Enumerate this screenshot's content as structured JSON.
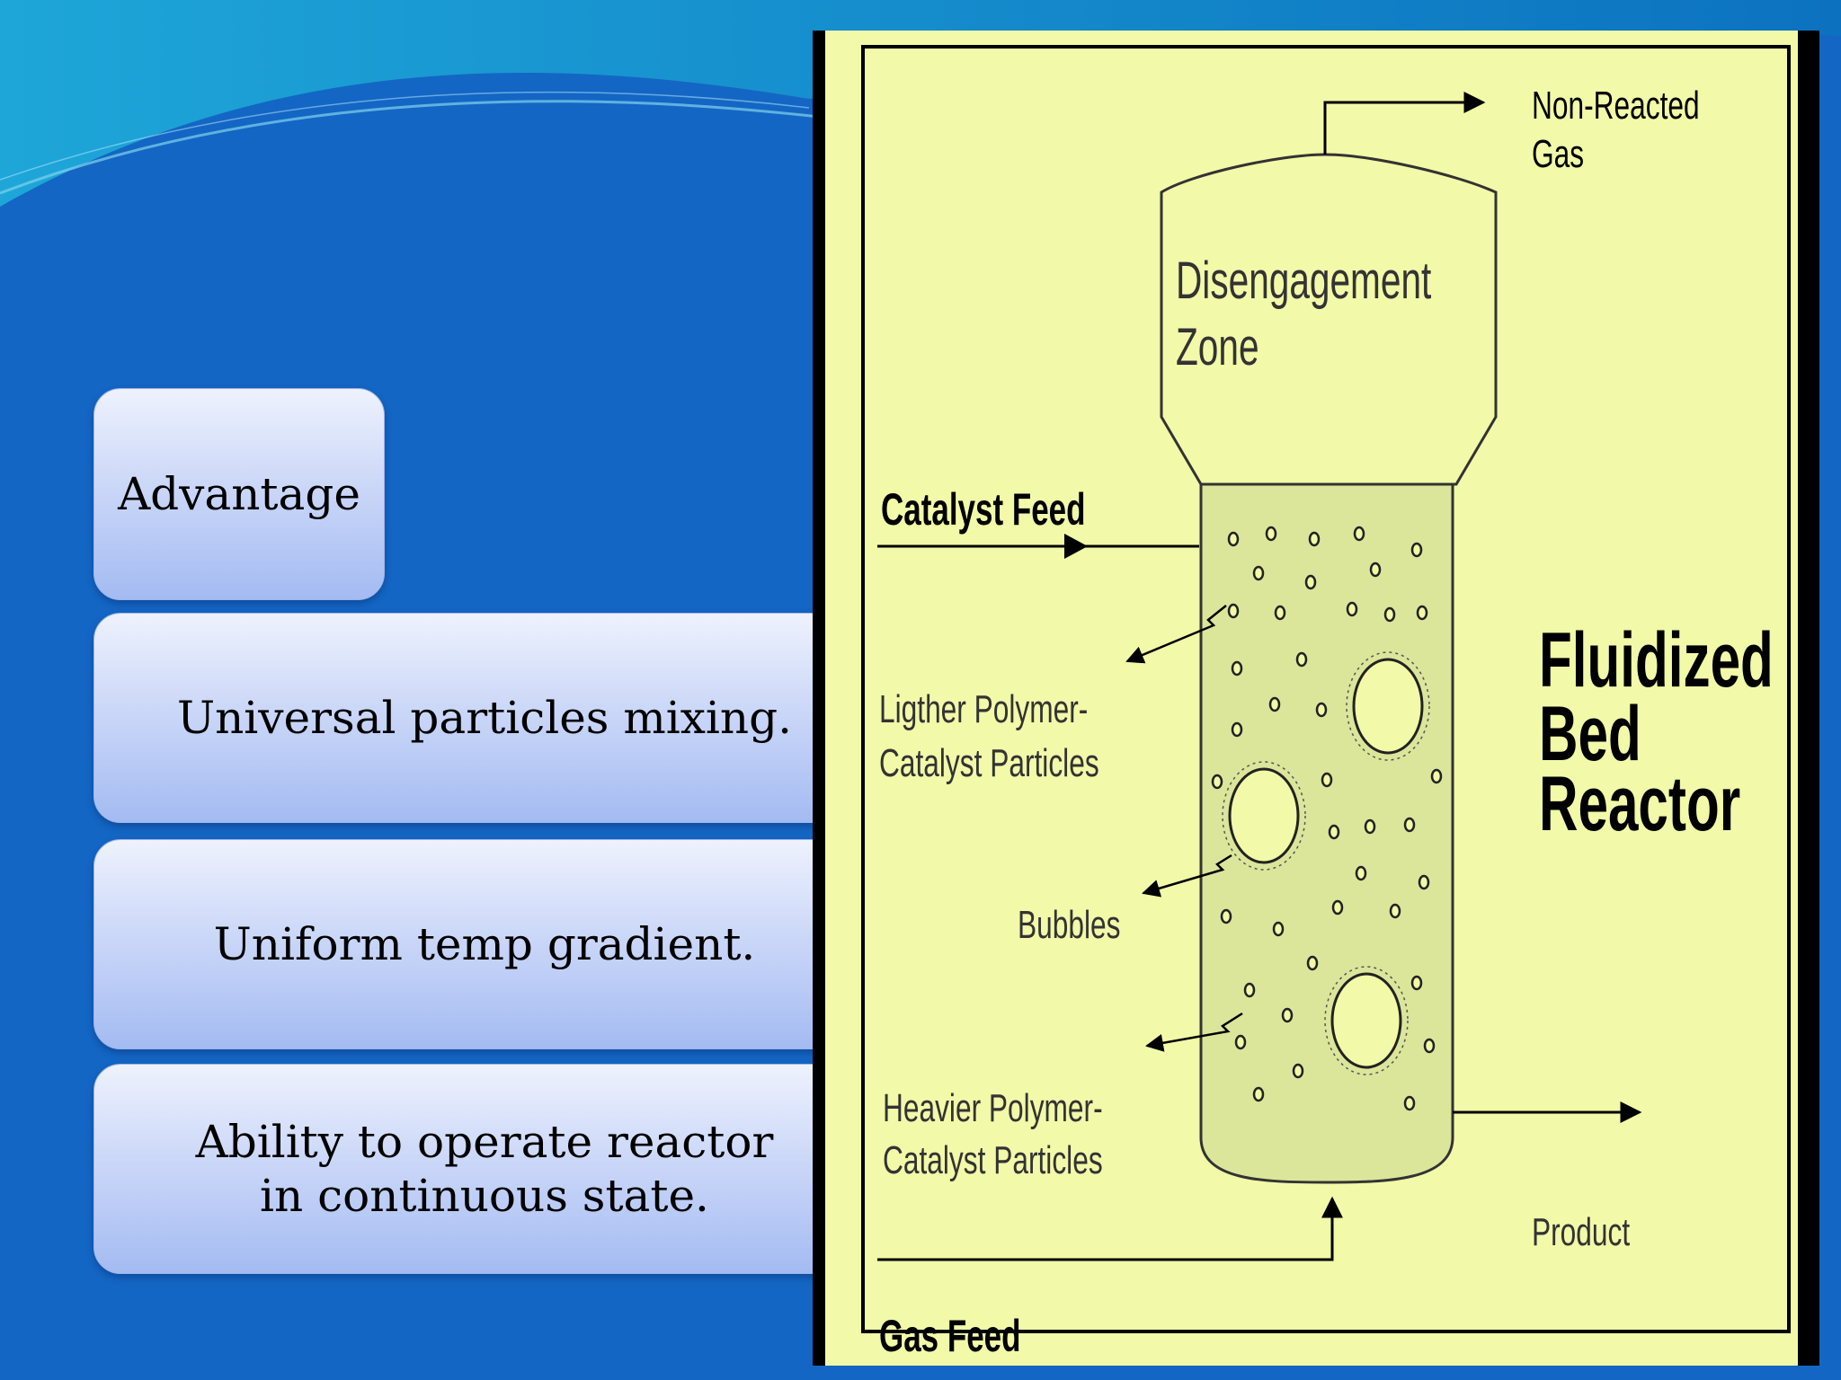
{
  "slide": {
    "header": "Advantage",
    "items": [
      "Universal particles mixing.",
      "Uniform temp gradient.",
      "Ability to operate reactor in continuous state."
    ]
  },
  "diagram": {
    "title_lines": [
      "Fluidized",
      "Bed",
      "Reactor"
    ],
    "labels": {
      "non_reacted_gas": [
        "Non-Reacted",
        "Gas"
      ],
      "disengagement_zone": [
        "Disengagement",
        "Zone"
      ],
      "catalyst_feed": "Catalyst  Feed",
      "lighter_particles": [
        "Ligther Polymer-",
        "Catalyst Particles"
      ],
      "bubbles": "Bubbles",
      "heavier_particles": [
        "Heavier Polymer-",
        "Catalyst Particles"
      ],
      "product": "Product",
      "gas_feed": "Gas Feed"
    },
    "colors": {
      "background": "#f2f9a8",
      "bed": "#dbe69b",
      "frame": "#000000",
      "slide_blue": "#1466c4"
    }
  }
}
